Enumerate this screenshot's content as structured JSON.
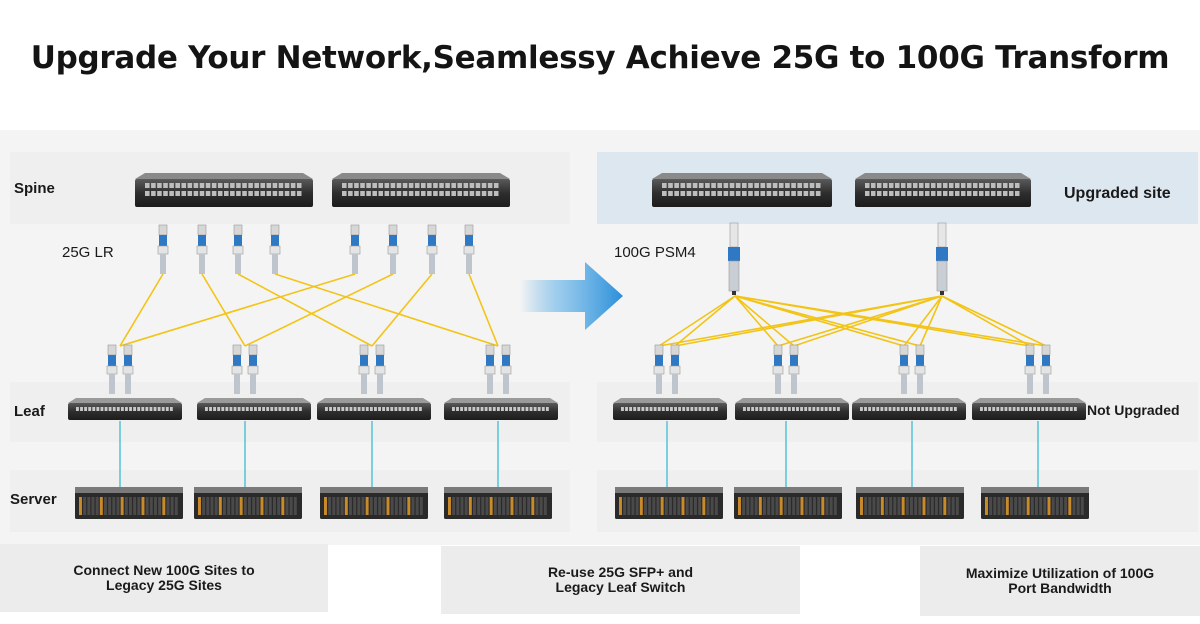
{
  "title": "Upgrade Your Network,Seamlessy Achieve 25G to 100G Transform",
  "tiers": {
    "spine": "Spine",
    "leaf": "Leaf",
    "server": "Server"
  },
  "left": {
    "module_label": "25G LR"
  },
  "right": {
    "module_label": "100G PSM4",
    "upgraded_label": "Upgraded site",
    "not_upgraded_label": "Not Upgraded"
  },
  "captions": [
    "Connect New 100G Sites to\nLegacy 25G Sites",
    "Re-use 25G SFP+ and\nLegacy Leaf Switch",
    "Maximize Utilization of 100G\nPort Bandwidth"
  ],
  "colors": {
    "fiber": "#f2c417",
    "copper": "#5cc6d8",
    "arrow": "#2a8fd9",
    "upgraded_band": "#dde7f0",
    "panel": "#f2f2f2"
  }
}
